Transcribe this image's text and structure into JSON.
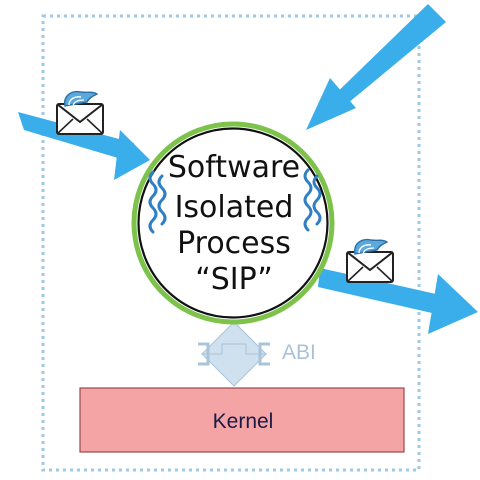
{
  "sip": {
    "lines": [
      "Software",
      "Isolated",
      "Process",
      "“SIP”"
    ]
  },
  "abi": {
    "label": "ABI"
  },
  "kernel": {
    "label": "Kernel"
  },
  "colors": {
    "boundary": "#9fc9e6",
    "arrow": "#3aaeea",
    "circle_ring": "#7dc24a",
    "kernel_fill": "#f4a4a4",
    "abi_arrow": "#cfe0ee",
    "squiggle": "#2f7fc4"
  },
  "icons": [
    "envelope-icon",
    "squiggle-icon"
  ]
}
